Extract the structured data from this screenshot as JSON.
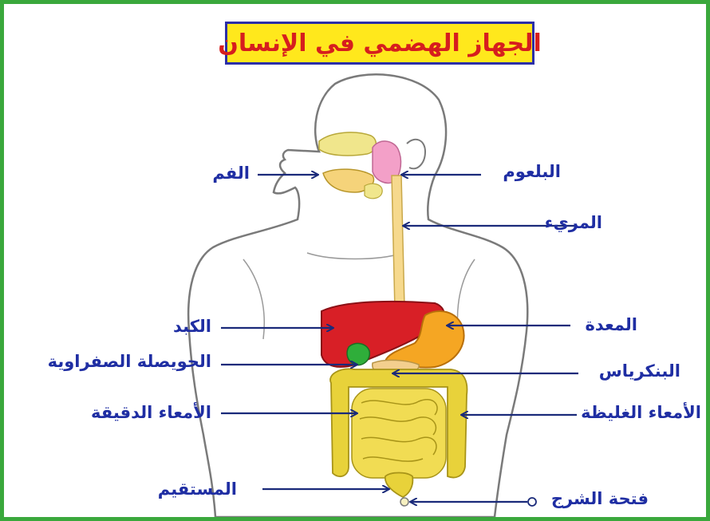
{
  "title": "الجهاز الهضمي في الإنسان",
  "colors": {
    "frame": "#3aa83c",
    "title_background": "#ffe81c",
    "title_border": "#2b2fa8",
    "title_text": "#d61e1e",
    "label_text": "#1f2ea3",
    "arrows": "#1a2a7a",
    "liver": "#d81f26",
    "stomach": "#f5a623",
    "esophagus": "#f6d98d",
    "intestines": "#e8d23a",
    "gallbladder": "#2fae3a",
    "pharynx": "#f3a0c8",
    "body_outline": "#7a7a7a"
  },
  "labels": {
    "mouth": "الفم",
    "pharynx": "البلعوم",
    "esophagus": "المريء",
    "liver": "الكبد",
    "stomach": "المعدة",
    "gallbladder": "الحويصلة الصفراوية",
    "pancreas": "البنكرياس",
    "small_intestine": "الأمعاء الدقيقة",
    "large_intestine": "الأمعاء الغليظة",
    "rectum": "المستقيم",
    "anus": "فتحة الشرج"
  }
}
